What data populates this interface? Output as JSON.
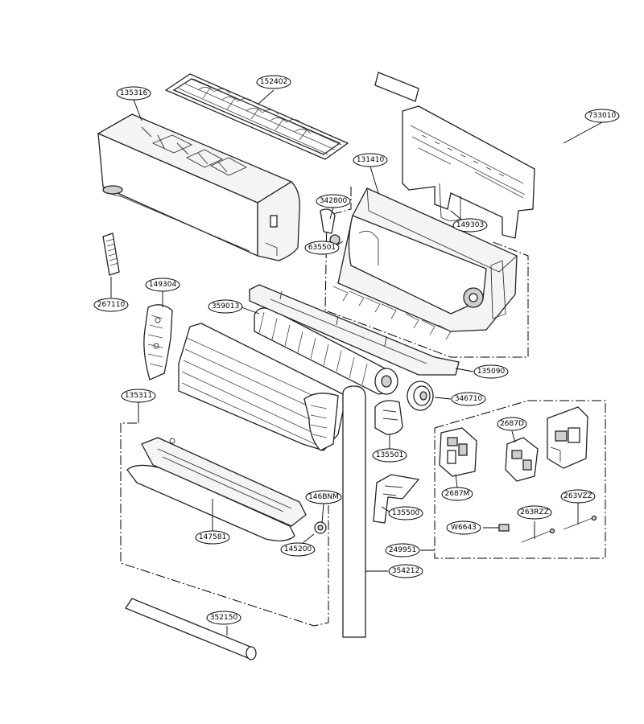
{
  "diagram": {
    "part_labels": {
      "p152402": "152402",
      "p135316": "135316",
      "p733010": "733010",
      "p131410": "131410",
      "p342800": "342800",
      "p149303": "149303",
      "p635501": "635501",
      "p267110": "267110",
      "p149304": "149304",
      "p359013": "359013",
      "p135090": "135090",
      "p346710": "346710",
      "p135311": "135311",
      "p2687D": "2687D",
      "p135501": "135501",
      "p2687M": "2687M",
      "p146BNM": "146BNM",
      "p135500": "135500",
      "p263RZZ": "263RZZ",
      "p263VZZ": "263VZZ",
      "pW6643": "W6643",
      "p147581": "147581",
      "p145200": "145200",
      "p249951": "249951",
      "p354212": "354212",
      "p352150": "352150"
    }
  }
}
